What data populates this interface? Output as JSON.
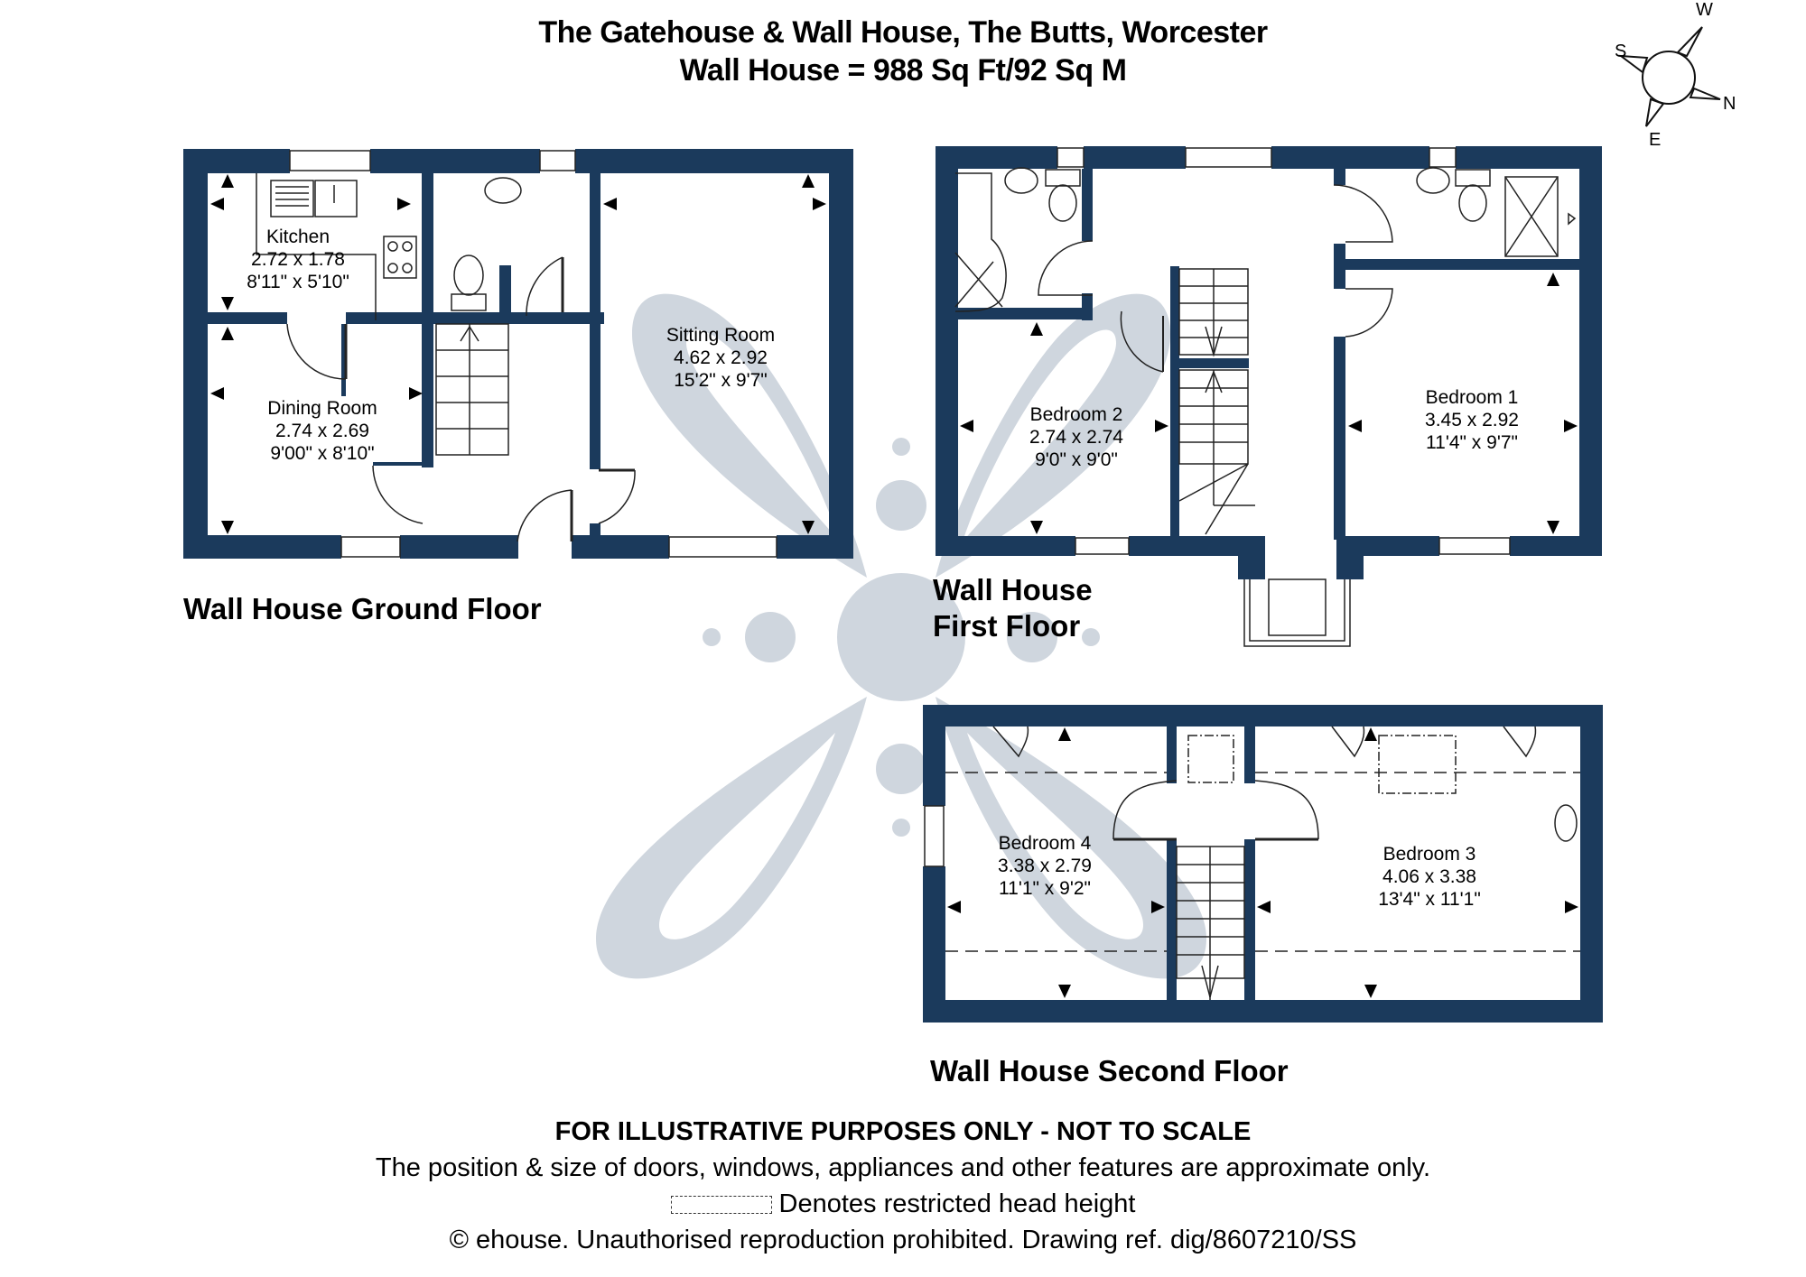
{
  "header": {
    "title": "The Gatehouse & Wall House, The Butts, Worcester",
    "subtitle": "Wall House = 988 Sq Ft/92 Sq M"
  },
  "compass": {
    "north": "N",
    "south": "S",
    "east": "E",
    "west": "W"
  },
  "floors": {
    "ground": {
      "label": "Wall House Ground Floor",
      "rooms": [
        {
          "name": "Kitchen",
          "metric": "2.72 x 1.78",
          "imperial": "8'11\" x 5'10\""
        },
        {
          "name": "Dining Room",
          "metric": "2.74 x 2.69",
          "imperial": "9'00\" x 8'10\""
        },
        {
          "name": "Sitting Room",
          "metric": "4.62 x 2.92",
          "imperial": "15'2\" x 9'7\""
        }
      ]
    },
    "first": {
      "label_line1": "Wall House",
      "label_line2": "First Floor",
      "rooms": [
        {
          "name": "Bedroom 2",
          "metric": "2.74 x 2.74",
          "imperial": "9'0\" x 9'0\""
        },
        {
          "name": "Bedroom 1",
          "metric": "3.45 x 2.92",
          "imperial": "11'4\" x 9'7\""
        }
      ]
    },
    "second": {
      "label": "Wall House Second Floor",
      "rooms": [
        {
          "name": "Bedroom 4",
          "metric": "3.38 x 2.79",
          "imperial": "11'1\" x 9'2\""
        },
        {
          "name": "Bedroom 3",
          "metric": "4.06 x 3.38",
          "imperial": "13'4\" x 11'1\""
        }
      ]
    }
  },
  "footer": {
    "disclaimer": "FOR ILLUSTRATIVE PURPOSES ONLY - NOT TO SCALE",
    "note": "The position & size of doors, windows, appliances and other features are approximate only.",
    "legend": "Denotes restricted head height",
    "copyright": "© ehouse. Unauthorised reproduction prohibited. Drawing ref. dig/8607210/SS"
  },
  "colors": {
    "wall": "#1b3a5c",
    "watermark": "#cfd6de"
  }
}
